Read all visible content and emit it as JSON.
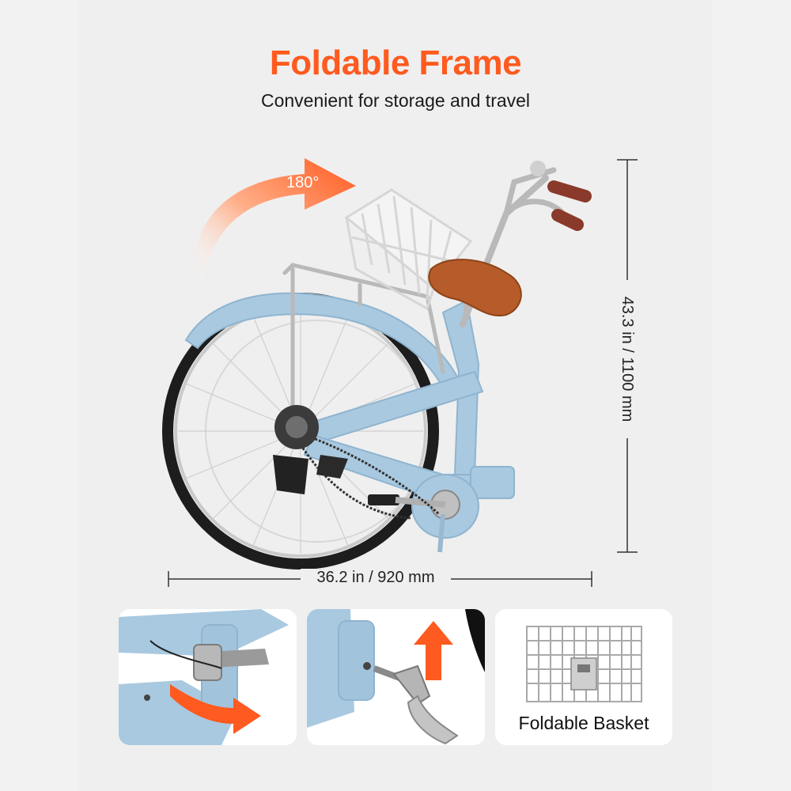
{
  "headline": "Foldable Frame",
  "subheadline": "Convenient for storage and travel",
  "rotation_label": "180°",
  "width_dimension": "36.2 in / 920 mm",
  "height_dimension": "43.3 in / 1100 mm",
  "detail_panels": {
    "basket_label": "Foldable Basket"
  },
  "colors": {
    "accent": "#ff5a1f",
    "frame": "#a9c9e0",
    "saddle": "#b55c2a",
    "background": "#efefef"
  },
  "icons": [
    "rotate-arrow-icon",
    "fold-arrow-icon",
    "lift-arrow-icon"
  ]
}
